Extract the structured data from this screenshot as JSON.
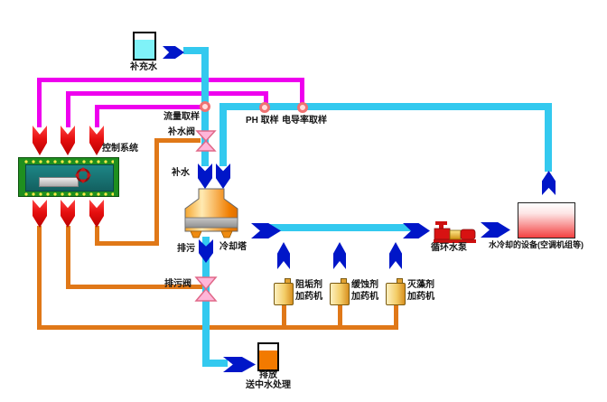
{
  "diagram": {
    "labels": {
      "makeup_tank": "补充水",
      "flow_sample": "流量取样",
      "makeup_valve": "补水阀",
      "makeup": "补水",
      "ph_sample": "PH 取样",
      "conductivity_sample": "电导率取样",
      "control_system": "控制系统",
      "cooling_tower": "冷却塔",
      "blowdown": "排污",
      "blowdown_valve": "排污阀",
      "drain": "排放",
      "drain_note": "送中水处理",
      "pump": "循环水泵",
      "equipment": "水冷却的设备(空调机组等)"
    },
    "dosing_machines": [
      {
        "agent": "阻垢剂",
        "device": "加药机"
      },
      {
        "agent": "缓蚀剂",
        "device": "加药机"
      },
      {
        "agent": "灭藻剂",
        "device": "加药机"
      }
    ],
    "colors": {
      "water_pipe": "#33c9ef",
      "signal_line_magenta": "#ee00ee",
      "control_line_orange": "#e07818",
      "flow_arrow_blue": "#0016c8",
      "signal_arrow_red": "#e60f0f",
      "board_green": "#1f8f1f",
      "board_teal": "#1d8686",
      "tower_orange": "#f08000",
      "equipment_red": "#f34040",
      "valve_pink": "#ffb6d9"
    }
  }
}
